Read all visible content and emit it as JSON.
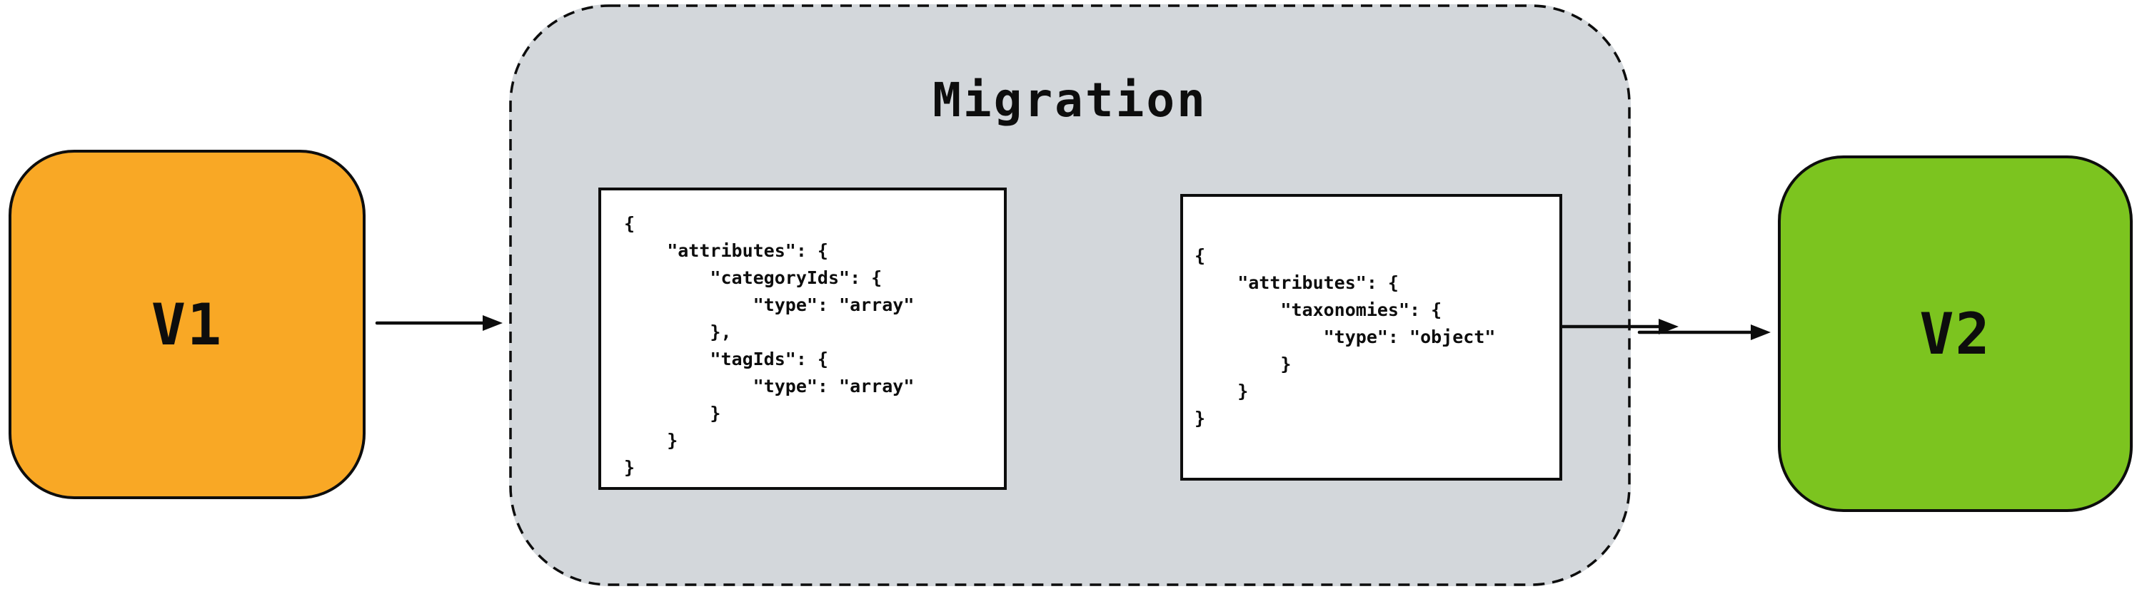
{
  "diagram": {
    "background": "#ffffff",
    "stroke_color": "#0d0d0d",
    "nodes": {
      "v1": {
        "label": "V1",
        "fill": "#F9A825"
      },
      "v2": {
        "label": "V2",
        "fill": "#7CC41F"
      }
    },
    "migration": {
      "title": "Migration",
      "fill": "#D3D7DB",
      "schemas": {
        "v1_schema": "{\n    \"attributes\": {\n        \"categoryIds\": {\n            \"type\": \"array\"\n        },\n        \"tagIds\": {\n            \"type\": \"array\"\n        }\n    }\n}",
        "v2_schema": "{\n    \"attributes\": {\n        \"taxonomies\": {\n            \"type\": \"object\"\n        }\n    }\n}"
      }
    }
  }
}
